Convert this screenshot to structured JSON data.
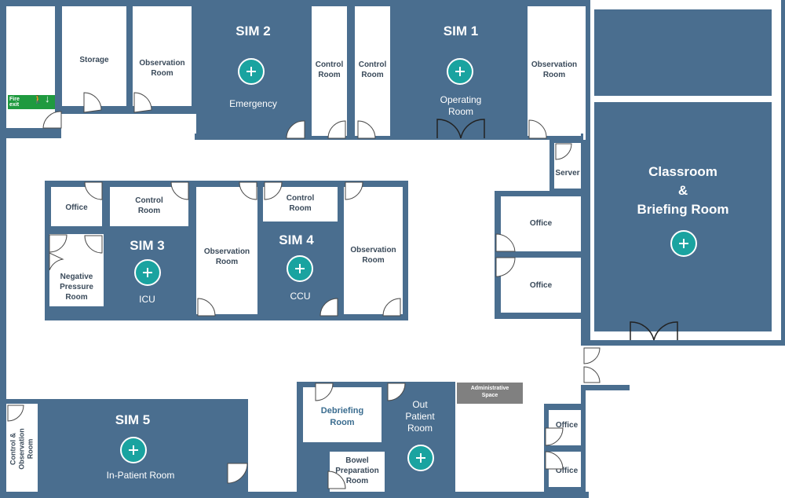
{
  "colors": {
    "wall": "#4a6e8f",
    "room": "#ffffff",
    "marker": "#1aa3a0",
    "admin": "#808080",
    "fire_exit": "#1f9a3f"
  },
  "rooms": {
    "storage": "Storage",
    "observation_room_1": "Observation\nRoom",
    "control_room_sim2": "Control\nRoom",
    "control_room_sim1": "Control\nRoom",
    "observation_room_sim1": "Observation\nRoom",
    "server": "Server",
    "office_left": "Office",
    "control_room_sim3": "Control\nRoom",
    "negative_pressure": "Negative\nPressure\nRoom",
    "observation_room_sim3": "Observation\nRoom",
    "control_room_sim4": "Control\nRoom",
    "observation_room_sim4": "Observation\nRoom",
    "office_right_1": "Office",
    "office_right_2": "Office",
    "debriefing": "Debriefing\nRoom",
    "bowel_prep": "Bowel\nPreparation\nRoom",
    "office_bottom_1": "Office",
    "office_bottom_2": "Office",
    "control_observation_sim5": "Control &\nObservation\nRoom"
  },
  "sims": {
    "sim2": {
      "title": "SIM 2",
      "subtitle": "Emergency"
    },
    "sim1": {
      "title": "SIM 1",
      "subtitle": "Operating\nRoom"
    },
    "sim3": {
      "title": "SIM 3",
      "subtitle": "ICU"
    },
    "sim4": {
      "title": "SIM 4",
      "subtitle": "CCU"
    },
    "sim5": {
      "title": "SIM 5",
      "subtitle": "In-Patient Room"
    },
    "classroom": {
      "title": "Classroom\n&\nBriefing Room"
    },
    "outpatient": {
      "title": "Out\nPatient\nRoom"
    }
  },
  "admin_space": "Administrative\nSpace",
  "fire_exit": {
    "line1": "Fire",
    "line2": "exit"
  }
}
